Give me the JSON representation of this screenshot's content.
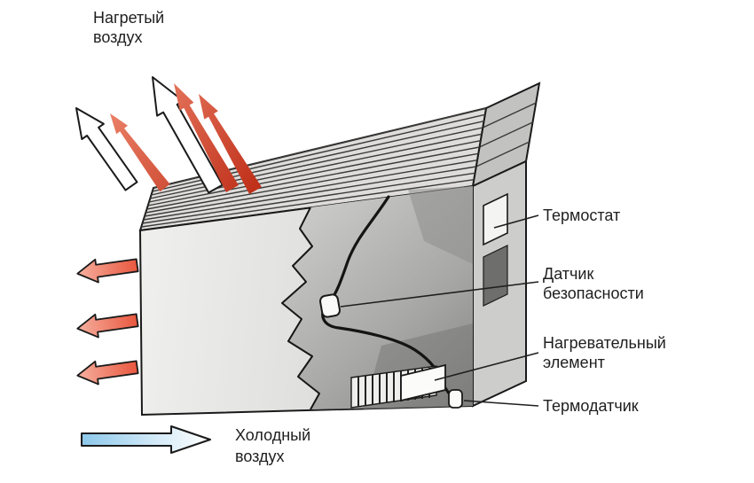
{
  "diagram": {
    "subject": "convector-heater-airflow-diagram",
    "labels": {
      "heated_air_line1": "Нагретый",
      "heated_air_line2": "воздух",
      "thermostat": "Термостат",
      "safety_sensor_line1": "Датчик",
      "safety_sensor_line2": "безопасности",
      "heating_element_line1": "Нагревательный",
      "heating_element_line2": "элемент",
      "thermo_sensor": "Термодатчик",
      "cold_air_line1": "Холодный",
      "cold_air_line2": "воздух"
    },
    "colors": {
      "hot_dark": "#c0301a",
      "hot_light": "#f08a70",
      "side_dark": "#e85138",
      "side_light": "#f6b2a2",
      "cold_blue": "#8cc8ea",
      "cold_light": "#d6ebf8",
      "body_light": "#dedddb",
      "body_side": "#cdcdcb",
      "body_endcap": "#c2c2c0",
      "vent_dark": "#6e6e6c",
      "outline": "#1a1a1a",
      "text": "#1f1f1f"
    }
  }
}
